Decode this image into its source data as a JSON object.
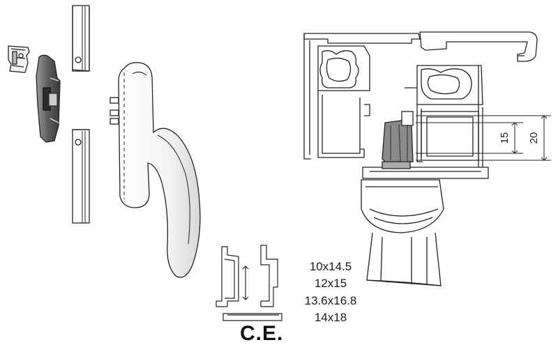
{
  "dimensions": {
    "inner": "15",
    "outer": "20"
  },
  "profile_sizes": [
    "10x14.5",
    "12x15",
    "13.6x16.8",
    "14x18"
  ],
  "profile_label": "C.E."
}
